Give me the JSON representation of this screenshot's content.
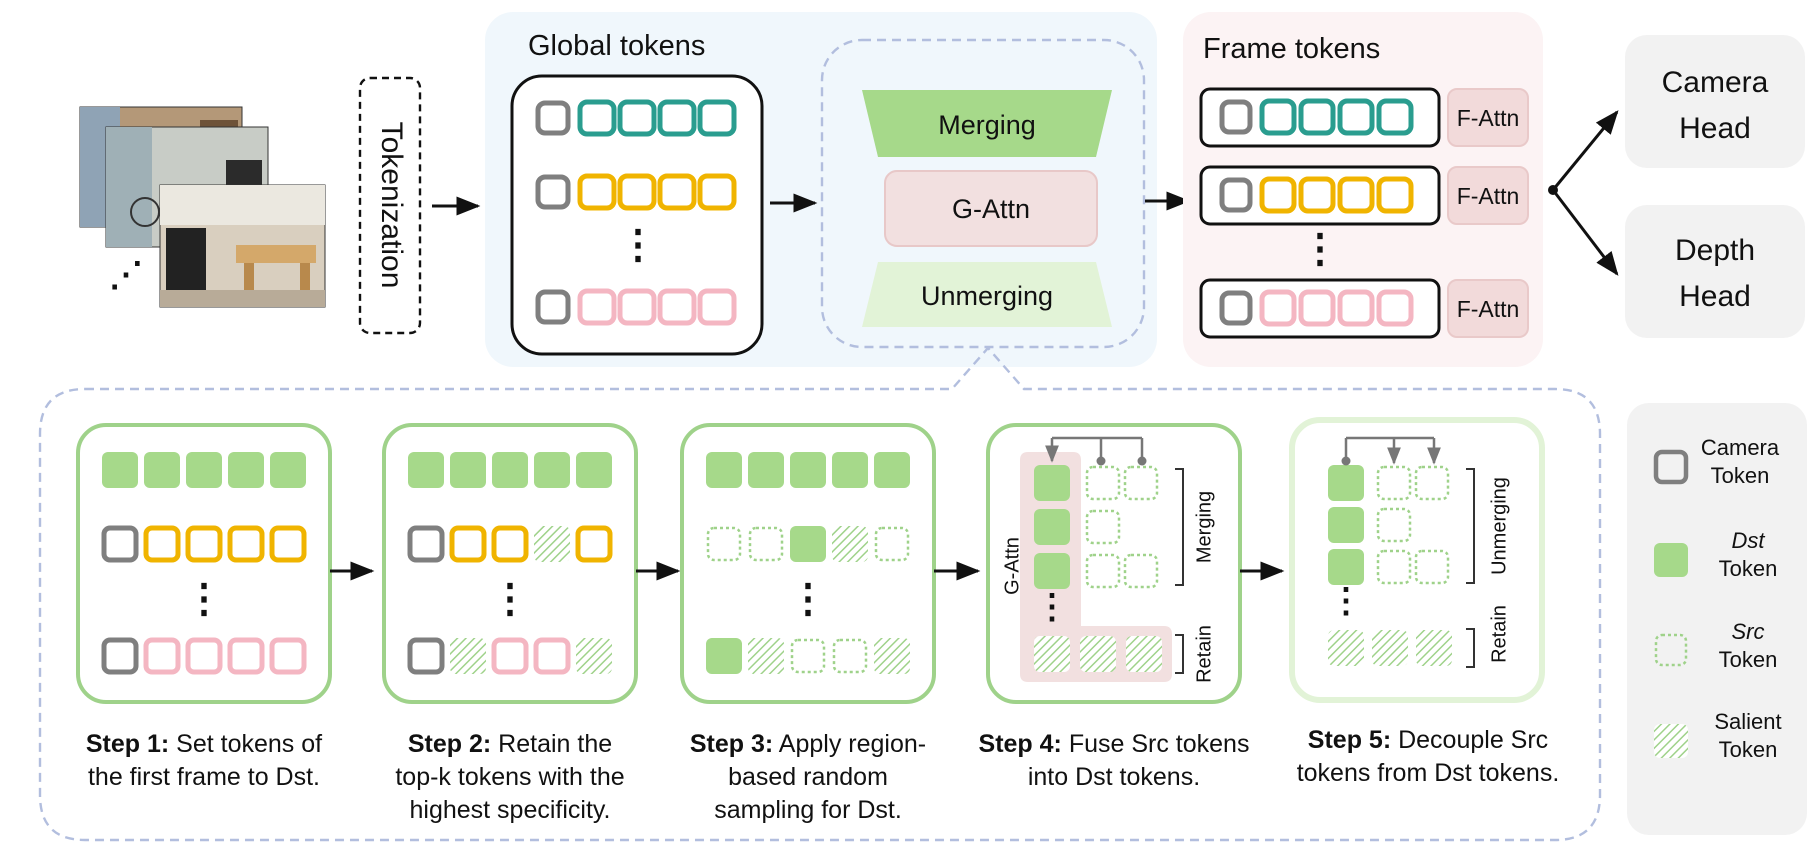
{
  "top": {
    "tokenization_label": "Tokenization",
    "global_panel_title": "Global tokens",
    "frame_panel_title": "Frame tokens",
    "merging_label": "Merging",
    "gattn_label": "G-Attn",
    "unmerging_label": "Unmerging",
    "fattn_label": "F-Attn",
    "dots": "⋮",
    "frame_stack_dots": "⋰",
    "camera_head": [
      "Camera",
      "Head"
    ],
    "depth_head": [
      "Depth",
      "Head"
    ]
  },
  "steps": [
    {
      "bold": "Step 1:",
      "lines": [
        " Set tokens of",
        "the first frame to Dst."
      ]
    },
    {
      "bold": "Step 2:",
      "lines": [
        " Retain the",
        "top-k tokens with the",
        "highest specificity."
      ]
    },
    {
      "bold": "Step 3:",
      "lines": [
        " Apply region-",
        "based random",
        "sampling for Dst."
      ]
    },
    {
      "bold": "Step 4:",
      "lines": [
        " Fuse Src tokens",
        "into Dst tokens."
      ]
    },
    {
      "bold": "Step 5:",
      "lines": [
        " Decouple Src",
        "tokens from Dst tokens."
      ]
    }
  ],
  "step_annotations": {
    "step4_gattn": "G-Attn",
    "step4_merging": "Merging",
    "step4_retain": "Retain",
    "step5_unmerging": "Unmerging",
    "step5_retain": "Retain"
  },
  "legend": [
    {
      "line1": "Camera",
      "line2": "Token",
      "italic": false
    },
    {
      "line1": "Dst",
      "line2": "Token",
      "italic": true
    },
    {
      "line1": "Src",
      "line2": "Token",
      "italic": true
    },
    {
      "line1": "Salient",
      "line2": "Token",
      "italic": false
    }
  ],
  "colors": {
    "camera": "#7f7f7f",
    "teal": "#2a9d8f",
    "yellow": "#f0b400",
    "pink": "#f4b6c2",
    "green_fill": "#a6d98a",
    "green_stroke": "#9fd28a",
    "global_bg": "#f0f7fc",
    "frame_bg": "#fcf3f4",
    "head_bg": "#f2f2f2",
    "dashed_blue": "#b2bede",
    "gattn_fill": "#f2e0e0"
  }
}
